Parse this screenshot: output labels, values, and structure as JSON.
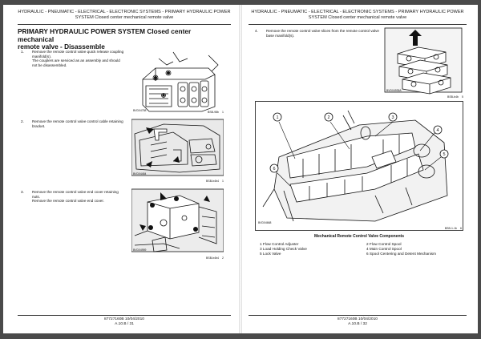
{
  "left_page": {
    "header_line1": "HYDRAULIC - PNEUMATIC - ELECTRICAL - ELECTRONIC SYSTEMS - PRIMARY HYDRAULIC POWER",
    "header_line2": "SYSTEM Closed center mechanical remote valve",
    "title_line1": "PRIMARY HYDRAULIC POWER SYSTEM Closed center mechanical",
    "title_line2": "remote valve - Disassemble",
    "steps": [
      {
        "num": "1.",
        "text": "Remove the remote control valve quick release coupling manifold(s).",
        "note": "The couplers are serviced as an assembly and should not be disassembled.",
        "fig_label": "BVD04758",
        "fig_code": "BSB-98b",
        "fig_num": "1"
      },
      {
        "num": "2.",
        "text": "Remove the remote control valve control cable retaining bracket.",
        "fig_label": "BVD04484",
        "fig_code": "BSB-b4b4",
        "fig_num": "1"
      },
      {
        "num": "3.",
        "text": "Remove the remote control valve end cover retaining nuts.",
        "note": "Remove the remote control valve end cover.",
        "fig_label": "BVD04959",
        "fig_code": "BSB-b4b4",
        "fig_num": "2"
      }
    ],
    "footer_line1": "87727160B 10/04/2010",
    "footer_line2": "A.10.B / 31"
  },
  "right_page": {
    "header_line1": "HYDRAULIC - PNEUMATIC - ELECTRICAL - ELECTRONIC SYSTEMS - PRIMARY HYDRAULIC POWER",
    "header_line2": "SYSTEM Closed center mechanical remote valve",
    "step": {
      "num": "4.",
      "text": "Remove the remote control valve slices from the remote control valve base manifold(s).",
      "fig_label": "BVD04935A",
      "fig_code": "BSB-b4b",
      "fig_num": "5"
    },
    "diagram": {
      "callouts": [
        "1",
        "2",
        "3",
        "4",
        "5",
        "6"
      ],
      "fig_label": "BVD04668",
      "fig_code": "BSB-1-1b",
      "fig_num": "6",
      "title": "Mechanical Remote Control Valve Components"
    },
    "legend": [
      [
        "1 Flow Control Adjuster",
        "2 Flow Control Spool"
      ],
      [
        "3 Load Holding Check Valve",
        "4 Main Control Spool"
      ],
      [
        "5 Lock Valve",
        "6 Spool Centering and Detent Mechanism"
      ]
    ],
    "footer_line1": "87727160B 10/04/2010",
    "footer_line2": "A.10.B / 32"
  }
}
